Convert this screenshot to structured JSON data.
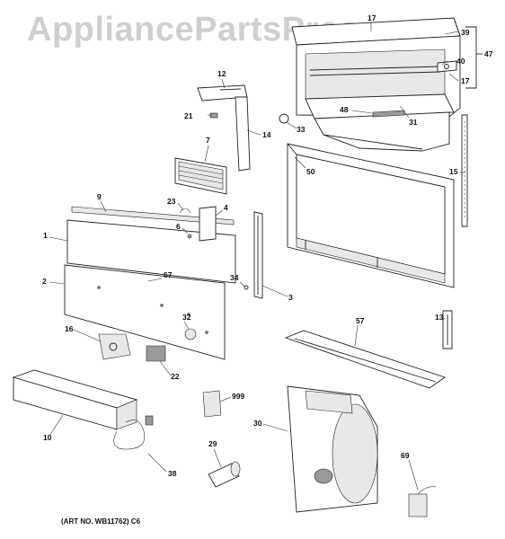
{
  "watermark": "AppliancePartsPros.com",
  "art_number": "(ART NO. WB11762) C6",
  "labels": {
    "p17a": "17",
    "p39": "39",
    "p47": "47",
    "p40": "40",
    "p17b": "17",
    "p12": "12",
    "p21": "21",
    "p14": "14",
    "p48": "48",
    "p31": "31",
    "p33": "33",
    "p7": "7",
    "p50": "50",
    "p15": "15",
    "p9": "9",
    "p23": "23",
    "p4": "4",
    "p6": "6",
    "p1": "1",
    "p34": "34",
    "p67": "67",
    "p3": "3",
    "p2": "2",
    "p32": "32",
    "p13": "13",
    "p57": "57",
    "p16": "16",
    "p22": "22",
    "p999": "999",
    "p10": "10",
    "p30": "30",
    "p29": "29",
    "p69": "69",
    "p38": "38"
  }
}
